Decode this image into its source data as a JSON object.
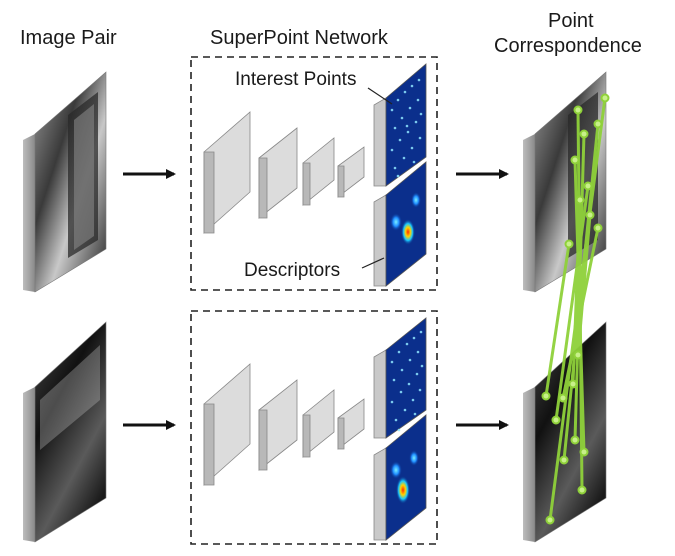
{
  "headers": {
    "image_pair": "Image Pair",
    "network": "SuperPoint Network",
    "correspondence_line1": "Point",
    "correspondence_line2": "Correspondence"
  },
  "labels": {
    "interest_points": "Interest Points",
    "descriptors": "Descriptors"
  },
  "colors": {
    "match_line": "#8fd13a",
    "match_point": "#8fd13a",
    "layer_face": "#dcdcdc",
    "layer_side": "#b8b8b8",
    "heatmap_bg": "#0b2f8c",
    "arrow": "#111111"
  },
  "icons": [
    "arrow-right-icon"
  ]
}
